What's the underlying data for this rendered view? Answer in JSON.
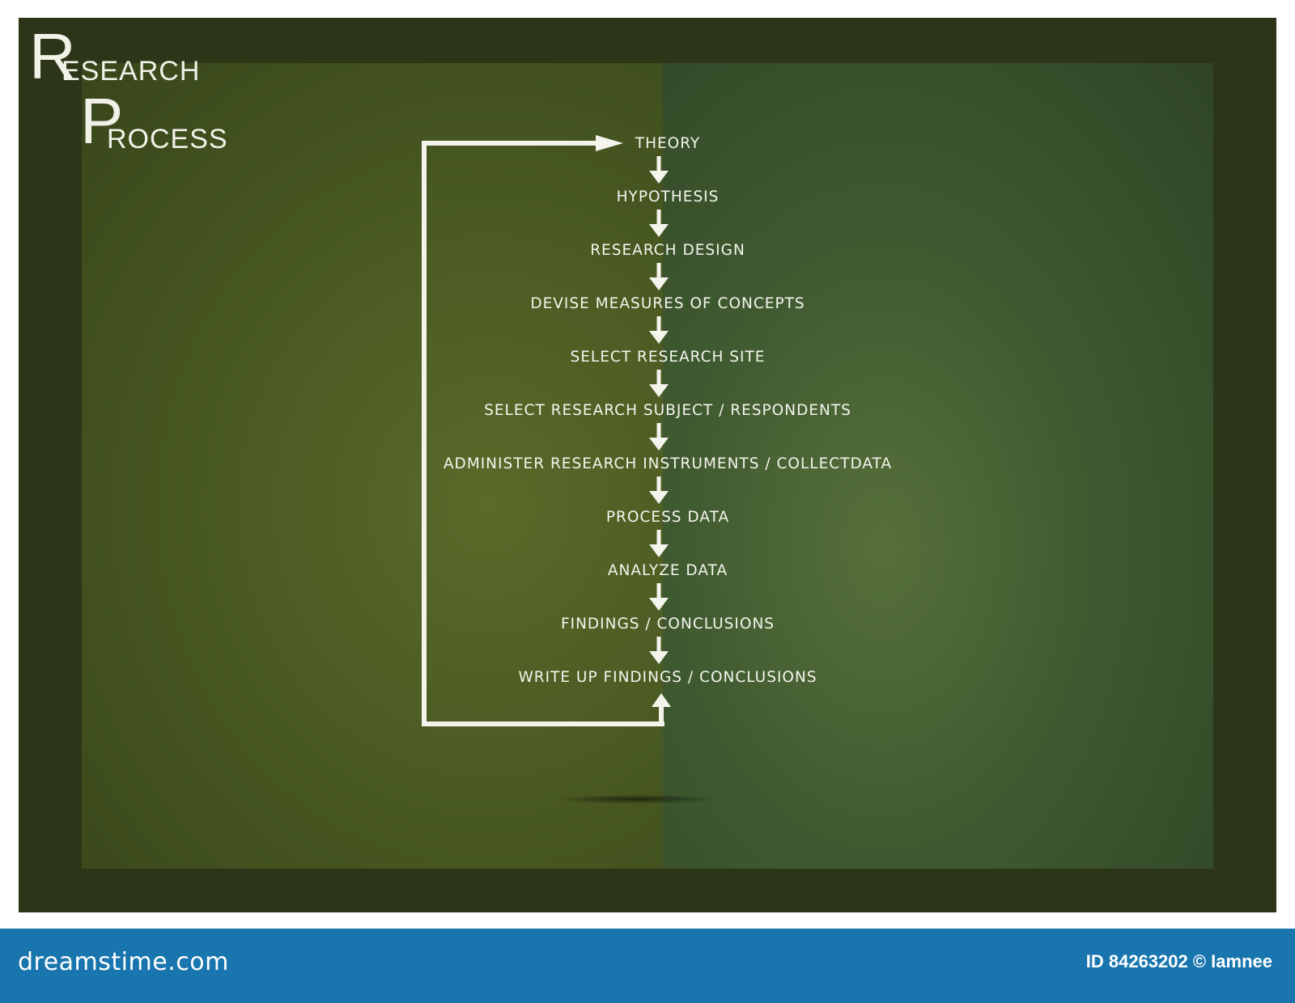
{
  "title": {
    "word1_initial": "R",
    "word1_rest": "ESEARCH",
    "word2_initial": "P",
    "word2_rest": "ROCESS"
  },
  "steps": [
    "THEORY",
    "HYPOTHESIS",
    "RESEARCH DESIGN",
    "DEVISE MEASURES OF CONCEPTS",
    "SELECT RESEARCH SITE",
    "SELECT RESEARCH SUBJECT / RESPONDENTS",
    "ADMINISTER RESEARCH INSTRUMENTS / COLLECTDATA",
    "PROCESS DATA",
    "ANALYZE DATA",
    "FINDINGS / CONCLUSIONS",
    "WRITE UP FINDINGS / CONCLUSIONS"
  ],
  "footer": {
    "logo": "dreamstime.com",
    "credit": "ID 84263202 © Iamnee"
  },
  "colors": {
    "board": "#2c3518",
    "panel_left": "#4a5a22",
    "panel_right": "#3f5a30",
    "chalk": "#f4f4ec",
    "footer": "#1875ae"
  }
}
